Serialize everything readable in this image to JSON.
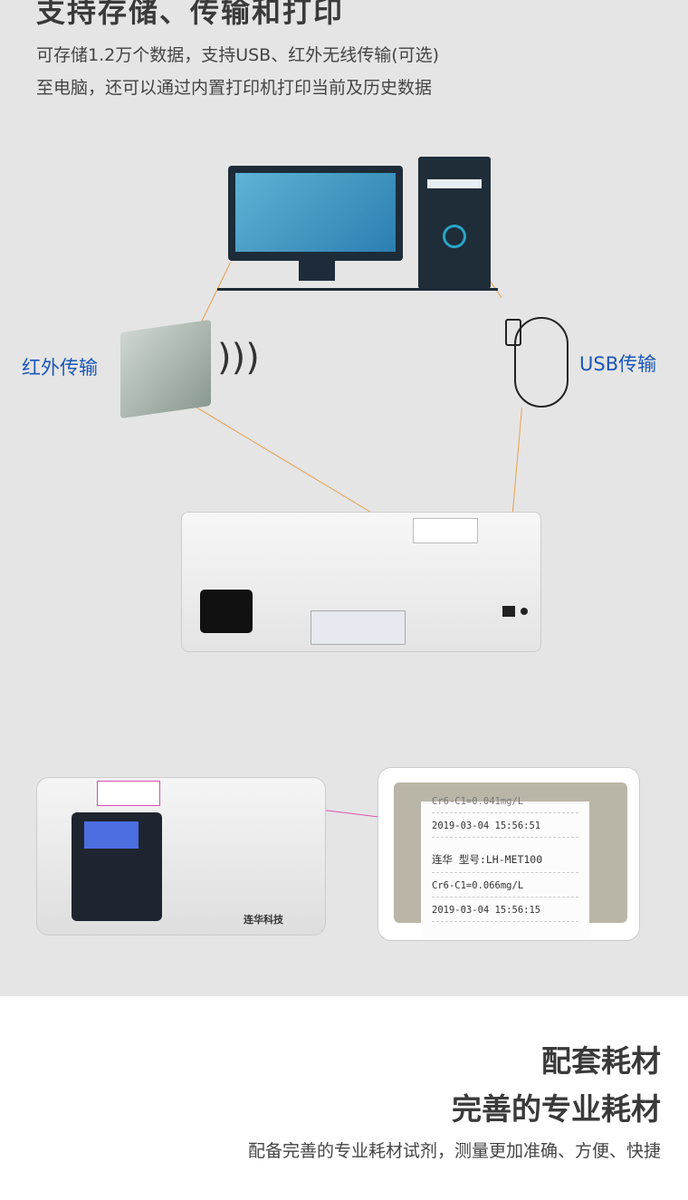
{
  "section1": {
    "title": "支持存储、传输和打印",
    "line1": "可存储1.2万个数据，支持USB、红外无线传输(可选)",
    "line2": "至电脑，还可以通过内置打印机打印当前及历史数据"
  },
  "diagram": {
    "infrared_label": "红外传输",
    "usb_label": "USB传输"
  },
  "printout": {
    "line0": "Cr6-C1=0.041mg/L",
    "time1": "2019-03-04 15:56:51",
    "model": "连华  型号:LH-MET100",
    "result": "Cr6-C1=0.066mg/L",
    "time2": "2019-03-04 15:56:15"
  },
  "logo": "连华科技",
  "section2": {
    "title1": "配套耗材",
    "title2": "完善的专业耗材",
    "desc": "配备完善的专业耗材试剂，测量更加准确、方便、快捷"
  }
}
